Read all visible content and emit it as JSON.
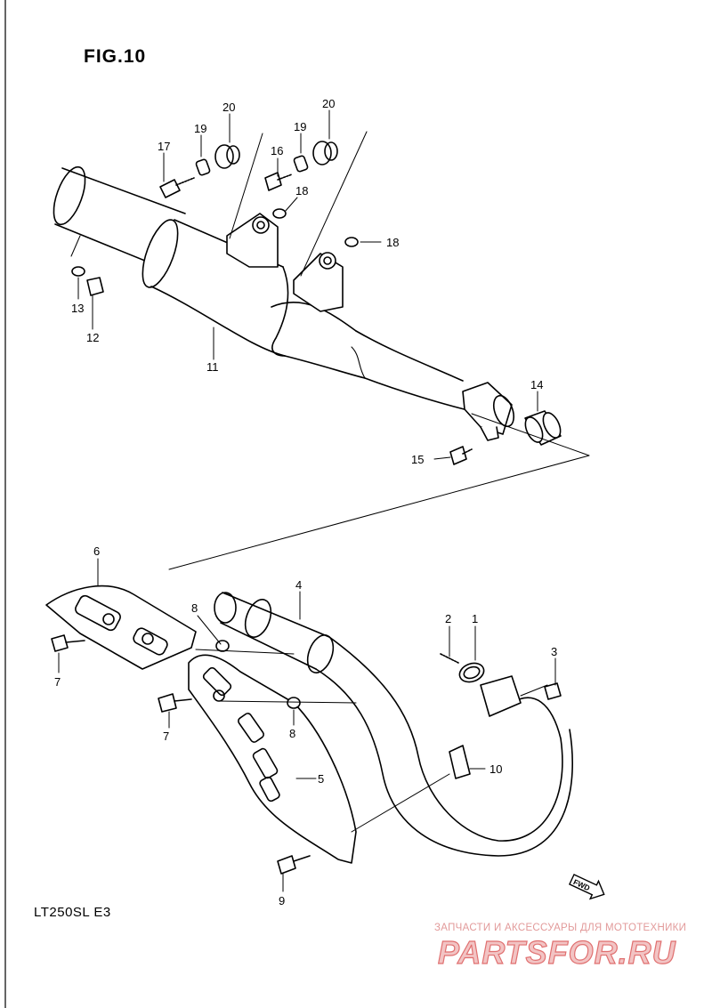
{
  "figure": {
    "title": "FIG.10",
    "model_code": "LT250SL  E3"
  },
  "callouts": [
    {
      "id": "1",
      "label": "1"
    },
    {
      "id": "2",
      "label": "2"
    },
    {
      "id": "3",
      "label": "3"
    },
    {
      "id": "4",
      "label": "4"
    },
    {
      "id": "5",
      "label": "5"
    },
    {
      "id": "6",
      "label": "6"
    },
    {
      "id": "7a",
      "label": "7"
    },
    {
      "id": "7b",
      "label": "7"
    },
    {
      "id": "8a",
      "label": "8"
    },
    {
      "id": "8b",
      "label": "8"
    },
    {
      "id": "9",
      "label": "9"
    },
    {
      "id": "10",
      "label": "10"
    },
    {
      "id": "11",
      "label": "11"
    },
    {
      "id": "12",
      "label": "12"
    },
    {
      "id": "13",
      "label": "13"
    },
    {
      "id": "14",
      "label": "14"
    },
    {
      "id": "15",
      "label": "15"
    },
    {
      "id": "16",
      "label": "16"
    },
    {
      "id": "17",
      "label": "17"
    },
    {
      "id": "18a",
      "label": "18"
    },
    {
      "id": "18b",
      "label": "18"
    },
    {
      "id": "19a",
      "label": "19"
    },
    {
      "id": "19b",
      "label": "19"
    },
    {
      "id": "20a",
      "label": "20"
    },
    {
      "id": "20b",
      "label": "20"
    }
  ],
  "forward_arrow": {
    "label": "FWD",
    "icon": "forward-arrow-icon"
  },
  "watermark": {
    "caption": "ЗАПЧАСТИ И АКСЕССУАРЫ ДЛЯ МОТОТЕХНИКИ",
    "logo_text": "PARTSFOR.RU",
    "color": "#e07070"
  }
}
